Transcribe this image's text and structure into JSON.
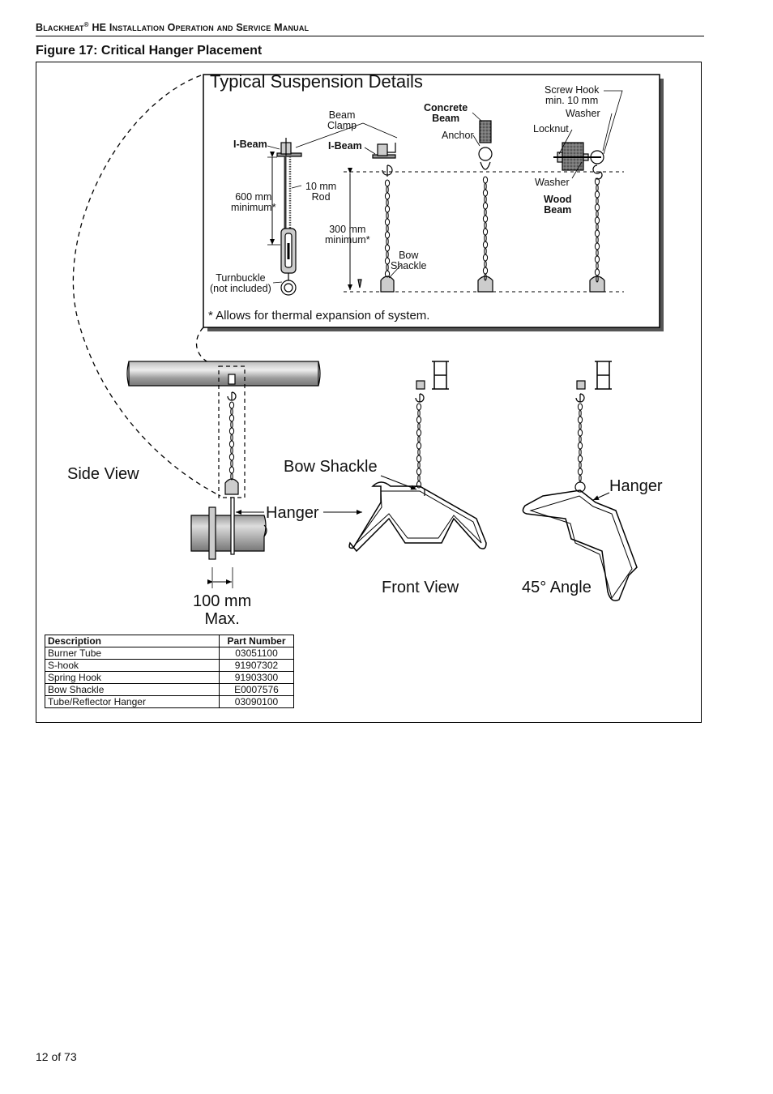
{
  "header": {
    "brand": "Blackheat",
    "reg": "®",
    "title": " HE Installation Operation and Service Manual"
  },
  "figure": {
    "title": "Figure 17: Critical Hanger Placement"
  },
  "details": {
    "title": "Typical Suspension Details",
    "beam_clamp": [
      "Beam",
      "Clamp"
    ],
    "i_beam_1": "I-Beam",
    "i_beam_2": "I-Beam",
    "rod": [
      "10 mm",
      "Rod"
    ],
    "min600": [
      "600 mm",
      "minimum*"
    ],
    "min300": [
      "300 mm",
      "minimum*"
    ],
    "turnbuckle": [
      "Turnbuckle",
      "(not included)"
    ],
    "bow_shackle": [
      "Bow",
      "Shackle"
    ],
    "concrete_beam": [
      "Concrete",
      "Beam"
    ],
    "anchor": "Anchor",
    "screw_hook": [
      "Screw Hook",
      "min. 10 mm"
    ],
    "washer_top": "Washer",
    "locknut": "Locknut",
    "washer_bottom": "Washer",
    "wood_beam": [
      "Wood",
      "Beam"
    ],
    "note": "* Allows for thermal expansion of system."
  },
  "views": {
    "side_view": "Side View",
    "bow_shackle": "Bow Shackle",
    "hanger_left": "Hanger",
    "hanger_right": "Hanger",
    "front_view": "Front View",
    "angle": "45° Angle",
    "max_dim": [
      "100 mm",
      "Max."
    ]
  },
  "parts_table": {
    "headers": [
      "Description",
      "Part Number"
    ],
    "rows": [
      [
        "Burner Tube",
        "03051100"
      ],
      [
        "S-hook",
        "91907302"
      ],
      [
        "Spring Hook",
        "91903300"
      ],
      [
        "Bow Shackle",
        "E0007576"
      ],
      [
        "Tube/Reflector Hanger",
        "03090100"
      ]
    ]
  },
  "footer": {
    "page": "12 of 73"
  }
}
